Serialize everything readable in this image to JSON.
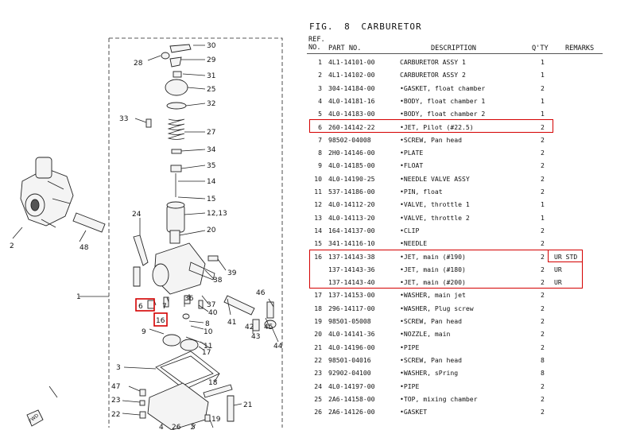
{
  "fig": {
    "title": "FIG. 8 CARBURETOR"
  },
  "header": {
    "ref_no": "REF.\nNO.",
    "part_no": "PART NO.",
    "description": "DESCRIPTION",
    "qty": "Q'TY",
    "remarks": "REMARKS"
  },
  "parts": [
    {
      "no": "1",
      "pn": "4L1-14101-00",
      "desc": "CARBURETOR ASSY 1",
      "qty": "1",
      "rem": ""
    },
    {
      "no": "2",
      "pn": "4L1-14102-00",
      "desc": "CARBURETOR ASSY 2",
      "qty": "1",
      "rem": ""
    },
    {
      "no": "3",
      "pn": "304-14184-00",
      "desc": "•GASKET, float chamber",
      "qty": "2",
      "rem": ""
    },
    {
      "no": "4",
      "pn": "4L0-14181-16",
      "desc": "•BODY, float chamber 1",
      "qty": "1",
      "rem": ""
    },
    {
      "no": "5",
      "pn": "4L0-14183-00",
      "desc": "•BODY, float chamber 2",
      "qty": "1",
      "rem": ""
    },
    {
      "no": "6",
      "pn": "260-14142-22",
      "desc": "•JET, Pilot (#22.5)",
      "qty": "2",
      "rem": ""
    },
    {
      "no": "7",
      "pn": "98502-04008",
      "desc": "•SCREW, Pan head",
      "qty": "2",
      "rem": ""
    },
    {
      "no": "8",
      "pn": "2H0-14146-00",
      "desc": "•PLATE",
      "qty": "2",
      "rem": ""
    },
    {
      "no": "9",
      "pn": "4L0-14185-00",
      "desc": "•FLOAT",
      "qty": "2",
      "rem": ""
    },
    {
      "no": "10",
      "pn": "4L0-14190-25",
      "desc": "•NEEDLE VALVE ASSY",
      "qty": "2",
      "rem": ""
    },
    {
      "no": "11",
      "pn": "537-14186-00",
      "desc": "•PIN, float",
      "qty": "2",
      "rem": ""
    },
    {
      "no": "12",
      "pn": "4L0-14112-20",
      "desc": "•VALVE, throttle 1",
      "qty": "1",
      "rem": ""
    },
    {
      "no": "13",
      "pn": "4L0-14113-20",
      "desc": "•VALVE, throttle 2",
      "qty": "1",
      "rem": ""
    },
    {
      "no": "14",
      "pn": "164-14137-00",
      "desc": "•CLIP",
      "qty": "2",
      "rem": ""
    },
    {
      "no": "15",
      "pn": "341-14116-10",
      "desc": "•NEEDLE",
      "qty": "2",
      "rem": ""
    },
    {
      "no": "16",
      "pn": "137-14143-38",
      "desc": "•JET, main (#190)",
      "qty": "2",
      "rem": "UR STD"
    },
    {
      "no": "",
      "pn": "137-14143-36",
      "desc": "•JET, main (#180)",
      "qty": "2",
      "rem": "UR"
    },
    {
      "no": "",
      "pn": "137-14143-40",
      "desc": "•JET, main (#200)",
      "qty": "2",
      "rem": "UR"
    },
    {
      "no": "17",
      "pn": "137-14153-00",
      "desc": "•WASHER, main jet",
      "qty": "2",
      "rem": ""
    },
    {
      "no": "18",
      "pn": "296-14117-00",
      "desc": "•WASHER, Plug screw",
      "qty": "2",
      "rem": ""
    },
    {
      "no": "19",
      "pn": "98501-05008",
      "desc": "•SCREW, Pan head",
      "qty": "2",
      "rem": ""
    },
    {
      "no": "20",
      "pn": "4L0-14141-36",
      "desc": "•NOZZLE, main",
      "qty": "2",
      "rem": ""
    },
    {
      "no": "21",
      "pn": "4L0-14196-00",
      "desc": "•PIPE",
      "qty": "2",
      "rem": ""
    },
    {
      "no": "22",
      "pn": "98501-04016",
      "desc": "•SCREW, Pan head",
      "qty": "8",
      "rem": ""
    },
    {
      "no": "23",
      "pn": "92902-04100",
      "desc": "•WASHER, sPring",
      "qty": "8",
      "rem": ""
    },
    {
      "no": "24",
      "pn": "4L0-14197-00",
      "desc": "•PIPE",
      "qty": "2",
      "rem": ""
    },
    {
      "no": "25",
      "pn": "2A6-14158-00",
      "desc": "•TOP, mixing chamber",
      "qty": "2",
      "rem": ""
    },
    {
      "no": "26",
      "pn": "2A6-14126-00",
      "desc": "•GASKET",
      "qty": "2",
      "rem": ""
    }
  ],
  "diagram_labels": [
    "30",
    "28",
    "29",
    "31",
    "25",
    "32",
    "33",
    "27",
    "34",
    "35",
    "14",
    "15",
    "12,13",
    "24",
    "20",
    "39",
    "38",
    "37",
    "40",
    "46",
    "41",
    "45",
    "42",
    "43",
    "44",
    "1",
    "6",
    "7",
    "16",
    "8",
    "10",
    "9",
    "11",
    "17",
    "36",
    "2",
    "48",
    "3",
    "47",
    "21",
    "23",
    "18",
    "22",
    "19",
    "26",
    "4",
    "5",
    "FWD"
  ],
  "highlight_color": "#d40000"
}
